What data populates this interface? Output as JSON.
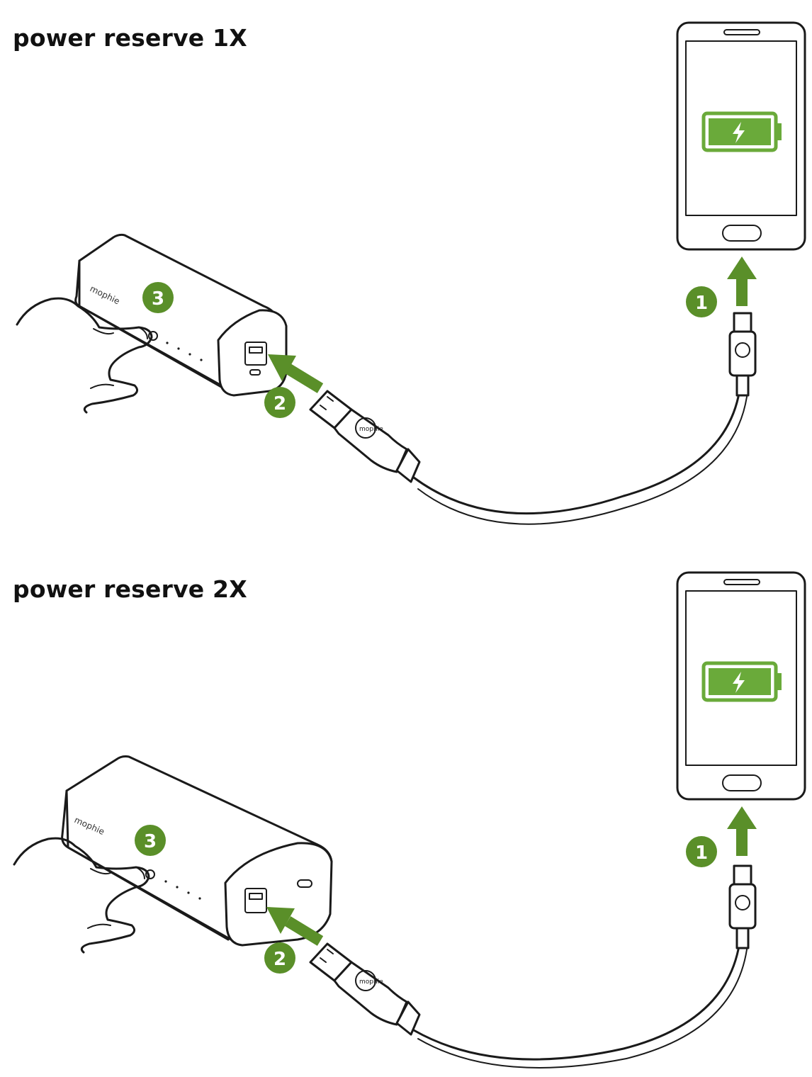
{
  "colors": {
    "accent": "#5a8f29",
    "battery_green": "#6aaa3a",
    "line": "#1a1a1a"
  },
  "panels": [
    {
      "title": "power reserve 1X",
      "steps": [
        "1",
        "2",
        "3"
      ],
      "brand": "mophie",
      "cable_logo": "mophie"
    },
    {
      "title": "power reserve 2X",
      "steps": [
        "1",
        "2",
        "3"
      ],
      "brand": "mophie",
      "cable_logo": "mophie"
    }
  ]
}
